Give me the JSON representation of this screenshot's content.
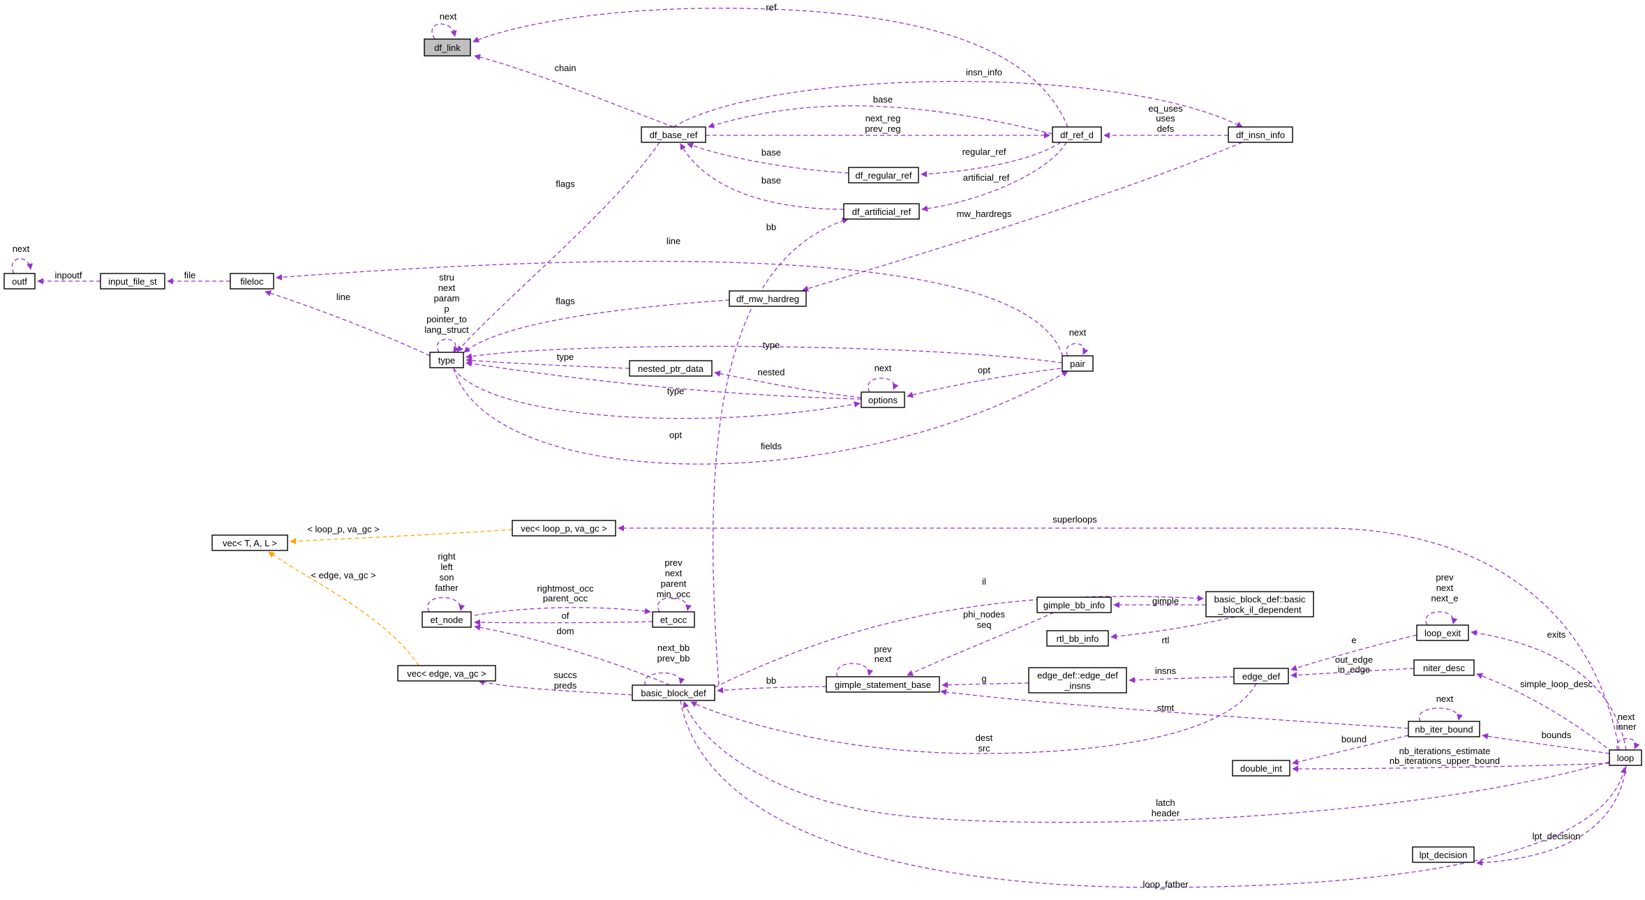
{
  "colors": {
    "edge": "#9a32cd",
    "template_edge": "#ffa500",
    "node_border": "#000000",
    "highlight_fill": "#bfbfbf",
    "background": "#ffffff"
  },
  "nodes": [
    {
      "id": "df_link",
      "label": "df_link",
      "highlight": true
    },
    {
      "id": "df_base_ref",
      "label": "df_base_ref"
    },
    {
      "id": "df_ref_d",
      "label": "df_ref_d"
    },
    {
      "id": "df_insn_info",
      "label": "df_insn_info"
    },
    {
      "id": "df_regular_ref",
      "label": "df_regular_ref"
    },
    {
      "id": "df_artificial_ref",
      "label": "df_artificial_ref"
    },
    {
      "id": "df_mw_hardreg",
      "label": "df_mw_hardreg"
    },
    {
      "id": "outf",
      "label": "outf"
    },
    {
      "id": "input_file_st",
      "label": "input_file_st"
    },
    {
      "id": "fileloc",
      "label": "fileloc"
    },
    {
      "id": "type",
      "label": "type"
    },
    {
      "id": "nested_ptr_data",
      "label": "nested_ptr_data"
    },
    {
      "id": "options",
      "label": "options"
    },
    {
      "id": "pair",
      "label": "pair"
    },
    {
      "id": "vec_loop_p",
      "label": "vec< loop_p, va_gc >"
    },
    {
      "id": "vec_T_A_L",
      "label": "vec< T, A, L >"
    },
    {
      "id": "et_node",
      "label": "et_node"
    },
    {
      "id": "et_occ",
      "label": "et_occ"
    },
    {
      "id": "vec_edge",
      "label": "vec< edge, va_gc >"
    },
    {
      "id": "basic_block_def",
      "label": "basic_block_def"
    },
    {
      "id": "gimple_bb_info",
      "label": "gimple_bb_info"
    },
    {
      "id": "bb_il_dependent",
      "label": "basic_block_def::basic_block_il_dependent",
      "lines": [
        "basic_block_def::basic",
        "_block_il_dependent"
      ]
    },
    {
      "id": "rtl_bb_info",
      "label": "rtl_bb_info"
    },
    {
      "id": "gimple_statement_base",
      "label": "gimple_statement_base"
    },
    {
      "id": "edge_def_insns",
      "label": "edge_def::edge_def_insns",
      "lines": [
        "edge_def::edge_def",
        "_insns"
      ]
    },
    {
      "id": "edge_def",
      "label": "edge_def"
    },
    {
      "id": "loop_exit",
      "label": "loop_exit"
    },
    {
      "id": "niter_desc",
      "label": "niter_desc"
    },
    {
      "id": "nb_iter_bound",
      "label": "nb_iter_bound"
    },
    {
      "id": "double_int",
      "label": "double_int"
    },
    {
      "id": "loop",
      "label": "loop"
    },
    {
      "id": "lpt_decision",
      "label": "lpt_decision"
    }
  ],
  "edges": [
    {
      "from": "df_link",
      "to": "df_link",
      "label": "next"
    },
    {
      "from": "df_ref_d",
      "to": "df_link",
      "label": "ref"
    },
    {
      "from": "df_base_ref",
      "to": "df_link",
      "label": "chain"
    },
    {
      "from": "df_base_ref",
      "to": "df_insn_info",
      "label": "insn_info"
    },
    {
      "from": "df_ref_d",
      "to": "df_base_ref",
      "label": "base"
    },
    {
      "from": "df_base_ref",
      "to": "df_ref_d",
      "labels": [
        "next_reg",
        "prev_reg"
      ]
    },
    {
      "from": "df_insn_info",
      "to": "df_ref_d",
      "labels": [
        "eq_uses",
        "uses",
        "defs"
      ]
    },
    {
      "from": "df_regular_ref",
      "to": "df_base_ref",
      "label": "base"
    },
    {
      "from": "df_ref_d",
      "to": "df_regular_ref",
      "label": "regular_ref"
    },
    {
      "from": "df_artificial_ref",
      "to": "df_base_ref",
      "label": "base"
    },
    {
      "from": "df_ref_d",
      "to": "df_artificial_ref",
      "label": "artificial_ref"
    },
    {
      "from": "df_insn_info",
      "to": "df_mw_hardreg",
      "label": "mw_hardregs"
    },
    {
      "from": "df_base_ref",
      "to": "type",
      "label": "flags"
    },
    {
      "from": "df_mw_hardreg",
      "to": "type",
      "label": "flags"
    },
    {
      "from": "basic_block_def",
      "to": "df_artificial_ref",
      "label": "bb"
    },
    {
      "from": "outf",
      "to": "outf",
      "label": "next"
    },
    {
      "from": "input_file_st",
      "to": "outf",
      "label": "inpoutf"
    },
    {
      "from": "fileloc",
      "to": "input_file_st",
      "label": "file"
    },
    {
      "from": "pair",
      "to": "fileloc",
      "label": "line"
    },
    {
      "from": "type",
      "to": "fileloc",
      "label": "line"
    },
    {
      "from": "type",
      "to": "type",
      "labels": [
        "stru",
        "next",
        "param",
        "p",
        "pointer_to",
        "lang_struct"
      ]
    },
    {
      "from": "pair",
      "to": "type",
      "label": "type"
    },
    {
      "from": "nested_ptr_data",
      "to": "type",
      "label": "type"
    },
    {
      "from": "options",
      "to": "type",
      "label": "type"
    },
    {
      "from": "type",
      "to": "options",
      "label": "opt"
    },
    {
      "from": "type",
      "to": "pair",
      "label": "fields"
    },
    {
      "from": "options",
      "to": "nested_ptr_data",
      "label": "nested"
    },
    {
      "from": "options",
      "to": "options",
      "label": "next"
    },
    {
      "from": "pair",
      "to": "options",
      "label": "opt"
    },
    {
      "from": "pair",
      "to": "pair",
      "label": "next"
    },
    {
      "from": "vec_loop_p",
      "to": "vec_T_A_L",
      "label": "< loop_p, va_gc >",
      "template": true
    },
    {
      "from": "vec_edge",
      "to": "vec_T_A_L",
      "label": "< edge, va_gc >",
      "template": true
    },
    {
      "from": "loop",
      "to": "vec_loop_p",
      "label": "superloops"
    },
    {
      "from": "et_node",
      "to": "et_node",
      "labels": [
        "right",
        "left",
        "son",
        "father"
      ]
    },
    {
      "from": "et_node",
      "to": "et_occ",
      "labels": [
        "rightmost_occ",
        "parent_occ"
      ]
    },
    {
      "from": "et_occ",
      "to": "et_node",
      "label": "of"
    },
    {
      "from": "et_occ",
      "to": "et_occ",
      "labels": [
        "prev",
        "next",
        "parent",
        "min_occ"
      ]
    },
    {
      "from": "basic_block_def",
      "to": "et_node",
      "label": "dom"
    },
    {
      "from": "basic_block_def",
      "to": "vec_edge",
      "labels": [
        "succs",
        "preds"
      ]
    },
    {
      "from": "basic_block_def",
      "to": "basic_block_def",
      "labels": [
        "next_bb",
        "prev_bb"
      ]
    },
    {
      "from": "basic_block_def",
      "to": "bb_il_dependent",
      "label": "il"
    },
    {
      "from": "bb_il_dependent",
      "to": "gimple_bb_info",
      "label": "gimple"
    },
    {
      "from": "bb_il_dependent",
      "to": "rtl_bb_info",
      "label": "rtl"
    },
    {
      "from": "gimple_bb_info",
      "to": "gimple_statement_base",
      "labels": [
        "phi_nodes",
        "seq"
      ]
    },
    {
      "from": "gimple_statement_base",
      "to": "gimple_statement_base",
      "labels": [
        "prev",
        "next"
      ]
    },
    {
      "from": "gimple_statement_base",
      "to": "basic_block_def",
      "label": "bb"
    },
    {
      "from": "edge_def_insns",
      "to": "gimple_statement_base",
      "label": "g"
    },
    {
      "from": "nb_iter_bound",
      "to": "gimple_statement_base",
      "label": "stmt"
    },
    {
      "from": "edge_def",
      "to": "edge_def_insns",
      "label": "insns"
    },
    {
      "from": "edge_def",
      "to": "basic_block_def",
      "labels": [
        "dest",
        "src"
      ]
    },
    {
      "from": "loop_exit",
      "to": "edge_def",
      "label": "e"
    },
    {
      "from": "niter_desc",
      "to": "edge_def",
      "labels": [
        "out_edge",
        "in_edge"
      ]
    },
    {
      "from": "loop_exit",
      "to": "loop_exit",
      "labels": [
        "prev",
        "next",
        "next_e"
      ]
    },
    {
      "from": "loop",
      "to": "loop_exit",
      "label": "exits"
    },
    {
      "from": "loop",
      "to": "niter_desc",
      "label": "simple_loop_desc"
    },
    {
      "from": "nb_iter_bound",
      "to": "nb_iter_bound",
      "label": "next"
    },
    {
      "from": "loop",
      "to": "nb_iter_bound",
      "label": "bounds"
    },
    {
      "from": "nb_iter_bound",
      "to": "double_int",
      "label": "bound"
    },
    {
      "from": "loop",
      "to": "double_int",
      "labels": [
        "nb_iterations_estimate",
        "nb_iterations_upper_bound"
      ]
    },
    {
      "from": "loop",
      "to": "loop",
      "labels": [
        "next",
        "inner"
      ]
    },
    {
      "from": "loop",
      "to": "basic_block_def",
      "labels": [
        "latch",
        "header"
      ]
    },
    {
      "from": "loop",
      "to": "lpt_decision",
      "label": "lpt_decision"
    },
    {
      "from": "basic_block_def",
      "to": "loop",
      "label": "loop_father"
    }
  ]
}
